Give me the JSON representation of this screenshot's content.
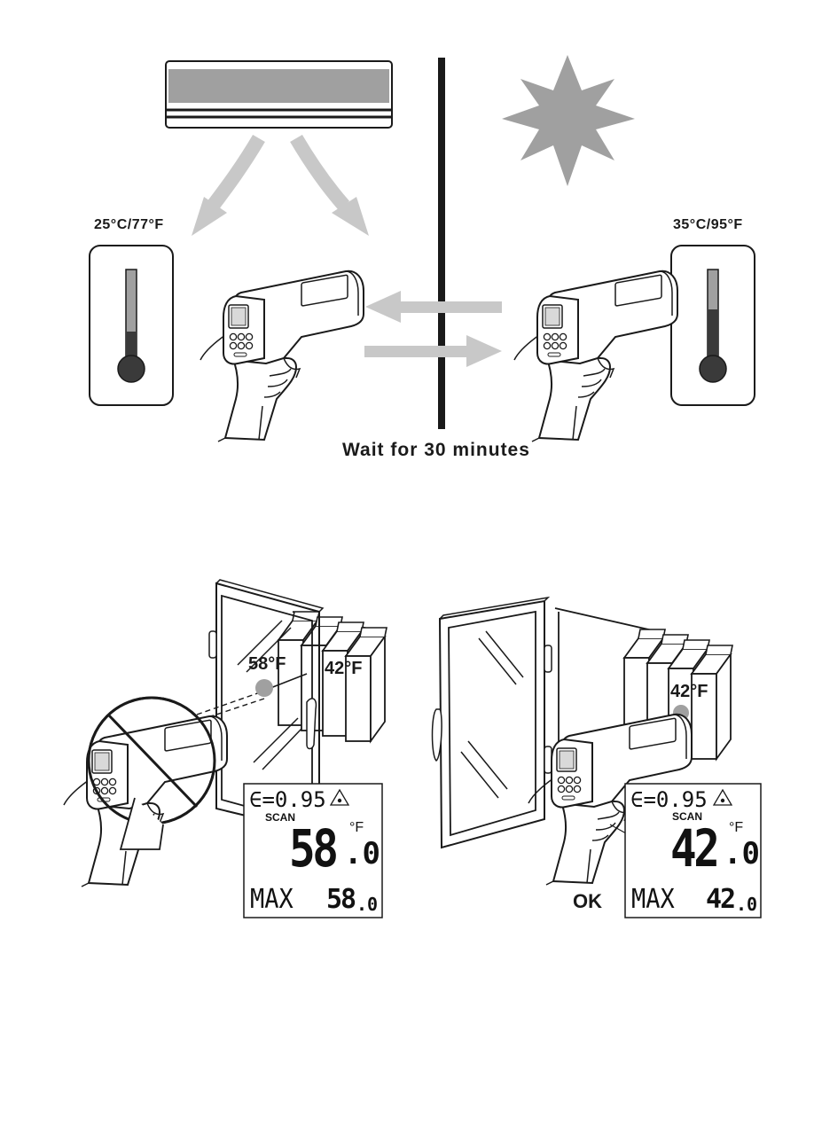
{
  "top": {
    "left_temp": "25°C/77°F",
    "right_temp": "35°C/95°F",
    "wait_text": "Wait for 30 minutes"
  },
  "bottom": {
    "left_reading": "58°F",
    "target_reading_left": "42°F",
    "target_reading_right": "42°F",
    "ok_text": "OK",
    "left_lcd": {
      "emissivity": "∈=0.95",
      "mode": "SCAN",
      "unit": "°F",
      "reading_int": "58",
      "reading_dec": ".0",
      "max_label": "MAX",
      "max_int": "58",
      "max_dec": ".0"
    },
    "right_lcd": {
      "emissivity": "∈=0.95",
      "mode": "SCAN",
      "unit": "°F",
      "reading_int": "42",
      "reading_dec": ".0",
      "max_label": "MAX",
      "max_int": "42",
      "max_dec": ".0"
    }
  },
  "colors": {
    "ink": "#1a1a1a",
    "gray_fill": "#a0a0a0",
    "light_arrow": "#c8c8c8",
    "thermo_dark": "#3a3a3a"
  },
  "thermometers": {
    "left_fill_fraction": 0.3,
    "right_fill_fraction": 0.55
  }
}
